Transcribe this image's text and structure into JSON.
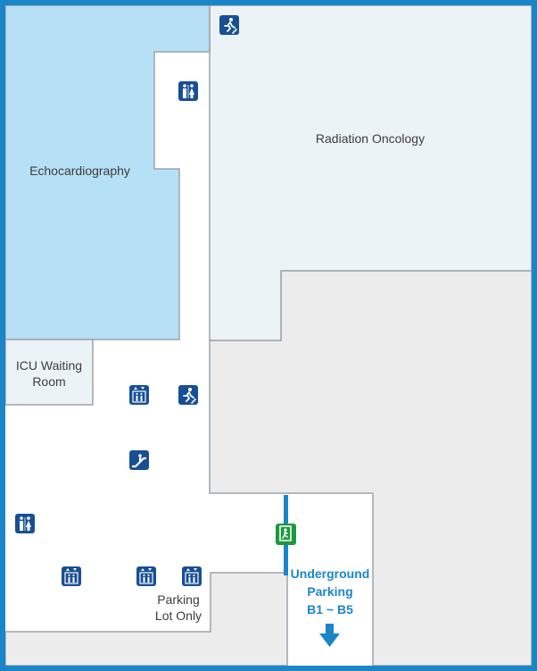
{
  "rooms": {
    "echocardiography": "Echocardiography",
    "radiation_oncology": "Radiation Oncology",
    "icu_waiting_room": "ICU Waiting\nRoom",
    "parking_lot_only": "Parking\nLot Only"
  },
  "parking": {
    "label": "Underground\nParking\nB1 ~ B5"
  },
  "icons": {
    "restroom": "restroom-icon",
    "elevator": "elevator-icon",
    "stairs": "stairs-icon",
    "escalator": "escalator-icon",
    "emergency_exit": "emergency-exit-icon",
    "arrow_down": "arrow-down-icon"
  },
  "colors": {
    "border": "#1a86c8",
    "room_blue": "#b6e0f5",
    "room_light": "#ecf3f7",
    "room_gray": "#ececed",
    "icon_blue": "#184f94",
    "exit_green": "#1b9a3e",
    "parking_text": "#1a86c8"
  }
}
